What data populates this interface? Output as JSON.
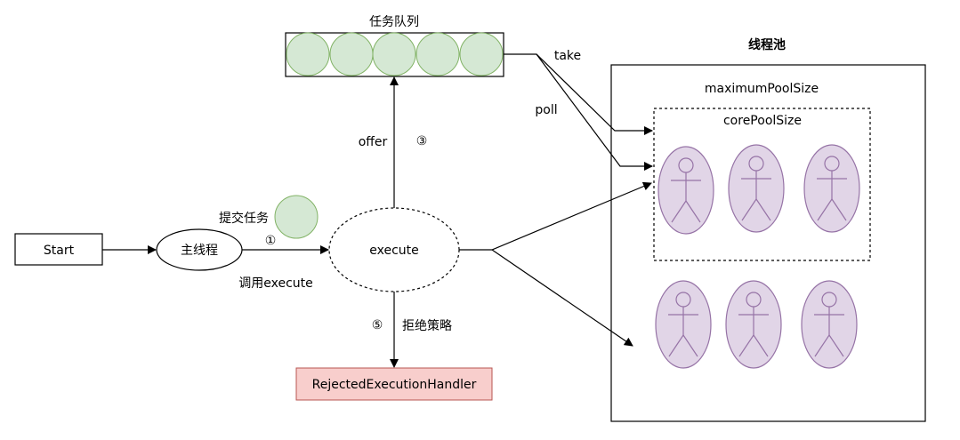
{
  "diagram": {
    "start_label": "Start",
    "main_thread_label": "主线程",
    "execute_label": "execute",
    "task_queue_title": "任务队列",
    "thread_pool_title": "线程池",
    "maximum_pool_label": "maximumPoolSize",
    "core_pool_label": "corePoolSize",
    "rejected_handler_label": "RejectedExecutionHandler",
    "submit_task_label": "提交任务",
    "step_one_label": "①",
    "call_execute_label": "调用execute",
    "offer_label": "offer",
    "step_three_label": "③",
    "take_label": "take",
    "poll_label": "poll",
    "step_five_label": "⑤",
    "reject_policy_label": "拒绝策略"
  },
  "colors": {
    "task_fill": "#d5e8d4",
    "task_stroke": "#82b366",
    "worker_fill": "#e1d5e7",
    "worker_stroke": "#9673a6",
    "rejected_fill": "#f8cecc",
    "rejected_stroke": "#b85450",
    "line": "#000000"
  },
  "icons": {
    "task": "task-circle-icon",
    "worker": "worker-thread-icon"
  }
}
